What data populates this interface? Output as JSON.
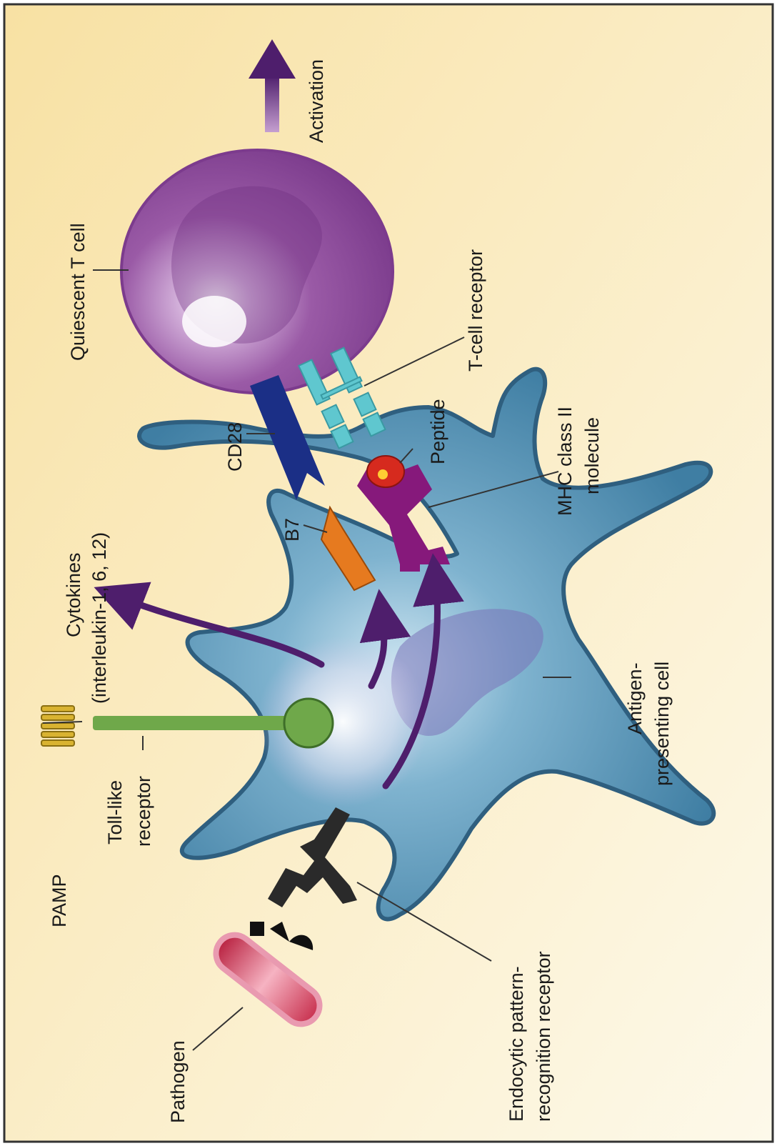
{
  "figure": {
    "labels": {
      "activation": "Activation",
      "quiescent_t_cell": "Quiescent T cell",
      "t_cell_receptor": "T-cell receptor",
      "cd28": "CD28",
      "peptide": "Peptide",
      "mhc_line1": "MHC class II",
      "mhc_line2": "molecule",
      "cytokines_line1": "Cytokines",
      "cytokines_line2": "(interleukin-1, 6, 12)",
      "b7": "B7",
      "pamp": "PAMP",
      "toll_line1": "Toll-like",
      "toll_line2": "receptor",
      "apc_line1": "Antigen-",
      "apc_line2": "presenting cell",
      "pathogen": "Pathogen",
      "endo_line1": "Endocytic pattern-",
      "endo_line2": "recognition receptor"
    },
    "colors": {
      "background_top": "#f8e1a3",
      "background_bottom": "#fdf9ea",
      "apc_fill": "#4f8fb3",
      "apc_edge": "#2f5f7f",
      "t_cell_fill": "#9a5aa6",
      "t_cell_nucleus": "#6c2f7d",
      "arrow": "#4e1e6c",
      "cd28": "#1b2f86",
      "t_cell_receptor": "#5fc7cf",
      "mhc": "#86197b",
      "peptide": "#d62a1e",
      "b7": "#e67a1f",
      "toll_receptor": "#6fa84a",
      "pamp": "#d9b331",
      "endocytic_receptor": "#2a2a2a",
      "pathogen": "#d8506a"
    }
  }
}
